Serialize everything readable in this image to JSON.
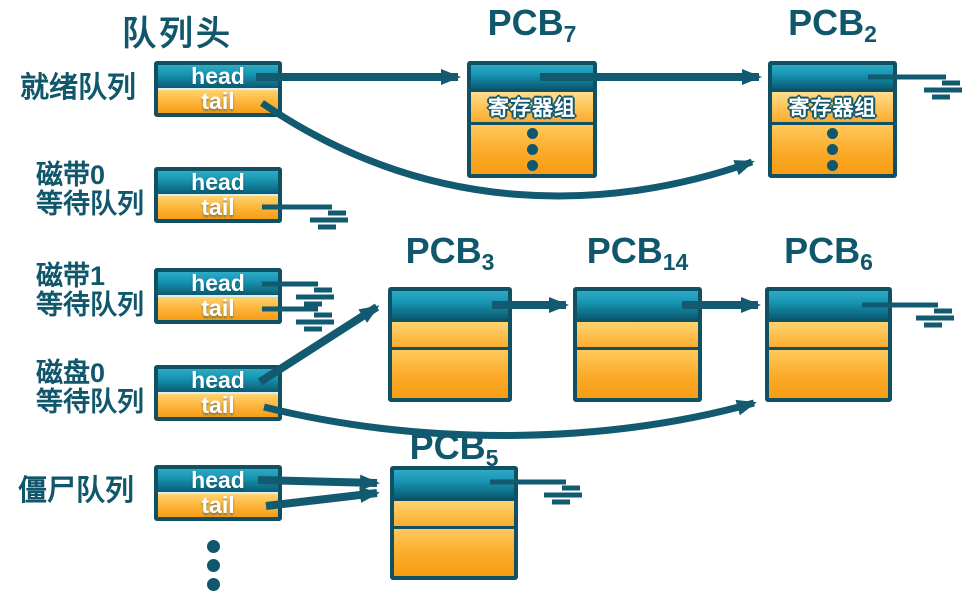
{
  "diagram_title": "队列头",
  "pointer_labels": {
    "head": "head",
    "tail": "tail"
  },
  "field_labels": {
    "register_group": "寄存器组"
  },
  "queues": [
    {
      "id": "ready",
      "lines": [
        "就绪队列"
      ]
    },
    {
      "id": "tape0",
      "lines": [
        "磁带0",
        "等待队列"
      ]
    },
    {
      "id": "tape1",
      "lines": [
        "磁带1",
        "等待队列"
      ]
    },
    {
      "id": "disk0",
      "lines": [
        "磁盘0",
        "等待队列"
      ]
    },
    {
      "id": "zombie",
      "lines": [
        "僵尸队列"
      ]
    }
  ],
  "pcbs": [
    {
      "id": "pcb7",
      "base": "PCB",
      "sub": "7",
      "has_register_field": true
    },
    {
      "id": "pcb2",
      "base": "PCB",
      "sub": "2",
      "has_register_field": true
    },
    {
      "id": "pcb3",
      "base": "PCB",
      "sub": "3",
      "has_register_field": false
    },
    {
      "id": "pcb14",
      "base": "PCB",
      "sub": "14",
      "has_register_field": false
    },
    {
      "id": "pcb6",
      "base": "PCB",
      "sub": "6",
      "has_register_field": false
    },
    {
      "id": "pcb5",
      "base": "PCB",
      "sub": "5",
      "has_register_field": false
    }
  ],
  "links": [
    "ready.head → PCB7",
    "PCB7 → PCB2",
    "ready.tail → PCB2",
    "tape0.tail → null",
    "tape1.head → null",
    "tape1.tail → null",
    "disk0.head → PCB3",
    "PCB3 → PCB14",
    "PCB14 → PCB6",
    "PCB6 → null",
    "disk0.tail → PCB6",
    "zombie.head → PCB5",
    "zombie.tail → PCB5",
    "PCB2 → null",
    "PCB5 → null"
  ],
  "colors": {
    "line": "#125a70",
    "border": "#0f5062",
    "teal_top": "#2caac6",
    "teal_bottom": "#0b5a72",
    "orange_top": "#ffd370",
    "orange_bottom": "#f89c14",
    "text": "#11576c"
  }
}
